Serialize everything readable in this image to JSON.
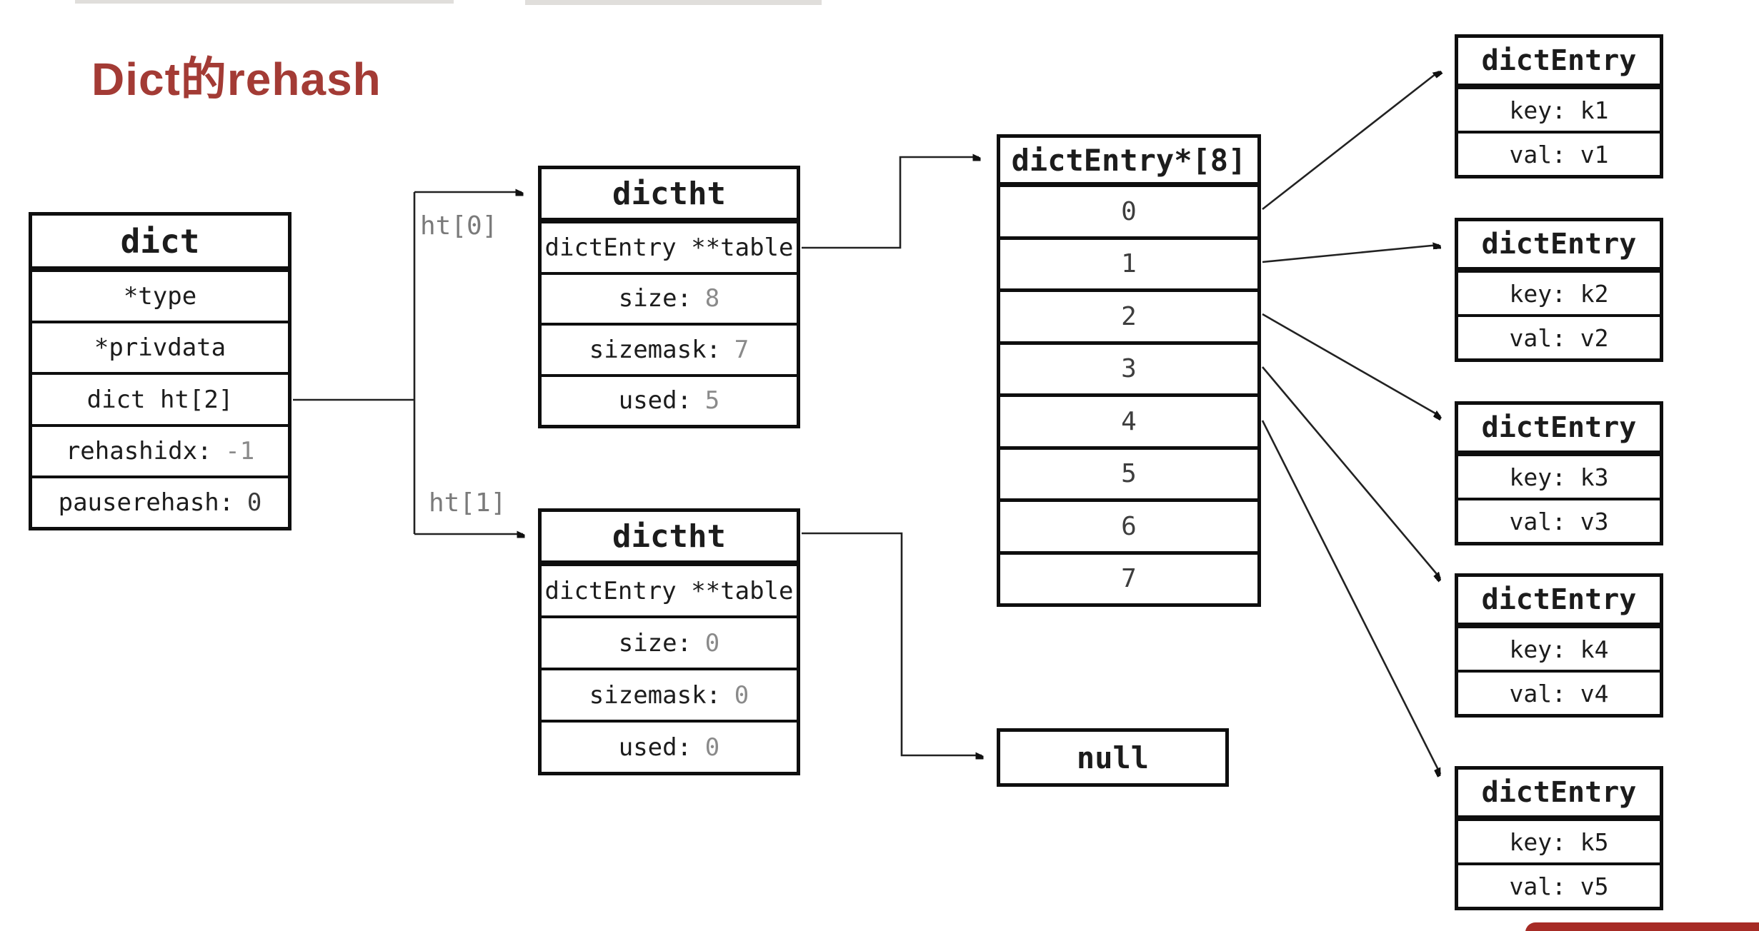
{
  "title": {
    "text": "Dict的rehash"
  },
  "colors": {
    "title_red": "#A33B35",
    "accent_red_bar": "#A62B25",
    "box_border": "#0e0e0e",
    "value_gray": "#8a8a8a",
    "connector": "#222222"
  },
  "labels": {
    "ht0": "ht[0]",
    "ht1": "ht[1]"
  },
  "dict_box": {
    "header": "dict",
    "rows": [
      {
        "label": "*type",
        "value": ""
      },
      {
        "label": "*privdata",
        "value": ""
      },
      {
        "label": "dict ht[2]",
        "value": ""
      },
      {
        "label": "rehashidx:",
        "value": "-1"
      },
      {
        "label": "pauserehash:",
        "value": "0"
      }
    ]
  },
  "dictht_top": {
    "header": "dictht",
    "rows": [
      {
        "label": "dictEntry **table",
        "value": ""
      },
      {
        "label": "size:",
        "value": "8"
      },
      {
        "label": "sizemask:",
        "value": "7"
      },
      {
        "label": "used:",
        "value": "5"
      }
    ]
  },
  "dictht_bottom": {
    "header": "dictht",
    "rows": [
      {
        "label": "dictEntry **table",
        "value": ""
      },
      {
        "label": "size:",
        "value": "0"
      },
      {
        "label": "sizemask:",
        "value": "0"
      },
      {
        "label": "used:",
        "value": "0"
      }
    ]
  },
  "bucket_array": {
    "header": "dictEntry*[8]",
    "slots": [
      "0",
      "1",
      "2",
      "3",
      "4",
      "5",
      "6",
      "7"
    ]
  },
  "null_box": {
    "label": "null"
  },
  "entries": [
    {
      "header": "dictEntry",
      "key": "key: k1",
      "val": "val: v1"
    },
    {
      "header": "dictEntry",
      "key": "key: k2",
      "val": "val: v2"
    },
    {
      "header": "dictEntry",
      "key": "key: k3",
      "val": "val: v3"
    },
    {
      "header": "dictEntry",
      "key": "key: k4",
      "val": "val: v4"
    },
    {
      "header": "dictEntry",
      "key": "key: k5",
      "val": "val: v5"
    }
  ]
}
